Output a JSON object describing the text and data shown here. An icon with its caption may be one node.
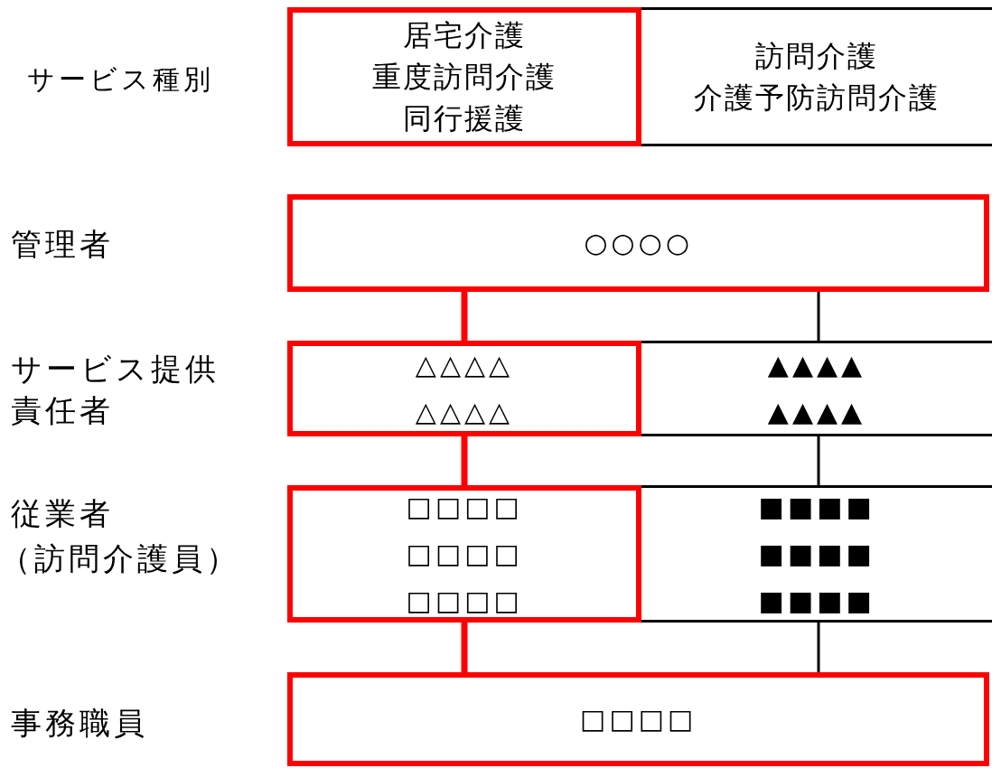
{
  "diagram": {
    "nodes": [
      {
        "text": [
          "居宅介護",
          "重度訪問介護",
          "同行援護"
        ]
      },
      {
        "text": [
          "訪問介護",
          "介護予防訪問介護"
        ]
      },
      {
        "text": [
          "○○○○"
        ]
      },
      {
        "text": [
          "△△△△",
          "△△△△"
        ]
      },
      {
        "text": [
          "▲▲▲▲",
          "▲▲▲▲"
        ]
      },
      {
        "text": [
          "□□□□",
          "□□□□",
          "□□□□"
        ]
      },
      {
        "text": [
          "■■■■",
          "■■■■",
          "■■■■"
        ]
      },
      {
        "text": [
          "□□□□"
        ]
      }
    ],
    "edges": [
      {
        "from": 2,
        "to": 3,
        "arrow": "none",
        "style": "thick",
        "color": "#ff0000"
      },
      {
        "from": 2,
        "to": 4,
        "arrow": "none",
        "color": "#000000"
      },
      {
        "from": 3,
        "to": 5,
        "arrow": "none",
        "style": "thick",
        "color": "#ff0000"
      },
      {
        "from": 4,
        "to": 6,
        "arrow": "none",
        "color": "#000000"
      },
      {
        "from": 5,
        "to": 7,
        "arrow": "none",
        "style": "thick",
        "color": "#ff0000"
      },
      {
        "from": 6,
        "to": 7,
        "arrow": "none",
        "color": "#000000"
      }
    ],
    "labels": [
      "サービス種別",
      "管理者",
      "サービス提供",
      "責任者",
      "従業者",
      "（訪問介護員）",
      "事務職員"
    ]
  }
}
